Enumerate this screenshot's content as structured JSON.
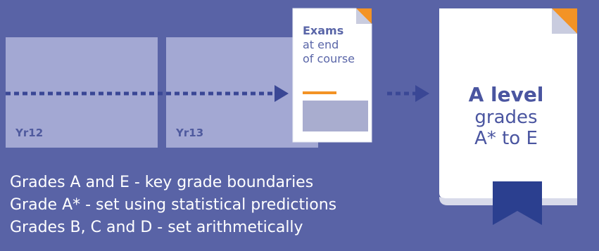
{
  "timeline": {
    "years": [
      "Yr12",
      "Yr13"
    ]
  },
  "exams": {
    "title": "Exams",
    "lines": [
      "at end",
      "of course"
    ]
  },
  "result": {
    "title": "A level",
    "lines": [
      "grades",
      "A* to E"
    ]
  },
  "notes": [
    "Grades A and E - key grade boundaries",
    "Grade A* - set using statistical predictions",
    "Grades B, C and D - set arithmetically"
  ],
  "colors": {
    "background": "#5963a6",
    "year_box": "#a3a8d3",
    "arrow": "#3a4795",
    "accent": "#f39325",
    "ribbon": "#2b3f8f"
  }
}
